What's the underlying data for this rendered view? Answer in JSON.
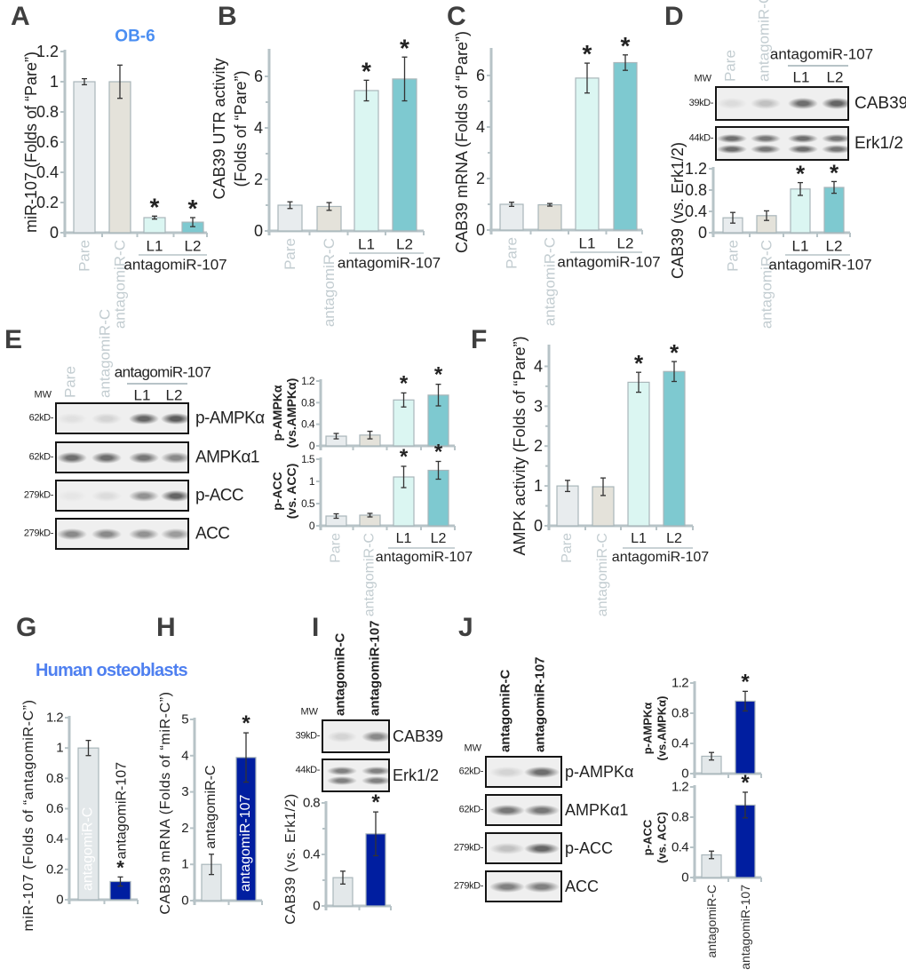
{
  "figure": {
    "panel_labels": [
      "A",
      "B",
      "C",
      "D",
      "E",
      "F",
      "G",
      "H",
      "I",
      "J"
    ]
  },
  "chart_data": [
    {
      "panel": "A",
      "type": "bar",
      "title": "OB-6",
      "title_color": "#4a8ef2",
      "ylabel": [
        "miR-107 (Folds of “Pare”)"
      ],
      "ylim": [
        0,
        1.2
      ],
      "yticks": [
        0,
        0.2,
        0.4,
        0.6,
        0.8,
        1,
        1.2
      ],
      "categories": [
        "Pare",
        "antagomiR-C",
        "L1",
        "L2"
      ],
      "group_label": "antagomiR-107",
      "values": [
        1.0,
        1.0,
        0.1,
        0.07
      ],
      "errors": [
        0.02,
        0.11,
        0.01,
        0.03
      ],
      "significant": [
        false,
        false,
        true,
        true
      ],
      "sig_marker": "*",
      "colors": [
        "#e8ecee",
        "#e4e2da",
        "#dbf6f2",
        "#7ec9d0"
      ]
    },
    {
      "panel": "B",
      "type": "bar",
      "ylabel": [
        "CAB39 UTR activity",
        "(Folds of “Pare”)"
      ],
      "ylim": [
        0,
        7
      ],
      "yticks": [
        0,
        2,
        4,
        6
      ],
      "categories": [
        "Pare",
        "antagomiR-C",
        "L1",
        "L2"
      ],
      "group_label": "antagomiR-107",
      "values": [
        1.0,
        0.95,
        5.45,
        5.9
      ],
      "errors": [
        0.13,
        0.15,
        0.4,
        0.85
      ],
      "significant": [
        false,
        false,
        true,
        true
      ],
      "sig_marker": "*",
      "colors": [
        "#e8ecee",
        "#e4e2da",
        "#dbf6f2",
        "#7ec9d0"
      ]
    },
    {
      "panel": "C",
      "type": "bar",
      "ylabel": [
        "CAB39 mRNA (Folds of “Pare”)"
      ],
      "ylim": [
        0,
        7
      ],
      "yticks": [
        0,
        2,
        4,
        6
      ],
      "categories": [
        "Pare",
        "antagomiR-C",
        "L1",
        "L2"
      ],
      "group_label": "antagomiR-107",
      "values": [
        1.0,
        0.98,
        5.9,
        6.5
      ],
      "errors": [
        0.08,
        0.05,
        0.58,
        0.3
      ],
      "significant": [
        false,
        false,
        true,
        true
      ],
      "sig_marker": "*",
      "colors": [
        "#e8ecee",
        "#e4e2da",
        "#dbf6f2",
        "#7ec9d0"
      ]
    },
    {
      "panel": "D",
      "type": "bar",
      "ylabel": [
        "CAB39 (vs. Erk1/2)"
      ],
      "ylim": [
        0,
        1.2
      ],
      "yticks": [
        0,
        0.4,
        0.8,
        1.2
      ],
      "categories": [
        "Pare",
        "antagomiR-C",
        "L1",
        "L2"
      ],
      "group_label": "antagomiR-107",
      "values": [
        0.28,
        0.32,
        0.82,
        0.85
      ],
      "errors": [
        0.1,
        0.09,
        0.12,
        0.11
      ],
      "significant": [
        false,
        false,
        true,
        true
      ],
      "sig_marker": "*",
      "colors": [
        "#e8ecee",
        "#e4e2da",
        "#dbf6f2",
        "#7ec9d0"
      ]
    },
    {
      "panel": "E",
      "type": "bar",
      "ylabel": [
        "p-AMPKα",
        "(vs.AMPKα)"
      ],
      "ylim": [
        0,
        1.2
      ],
      "yticks": [
        0,
        0.4,
        0.8,
        1.2
      ],
      "categories": [
        "Pare",
        "antagomiR-C",
        "L1",
        "L2"
      ],
      "values": [
        0.18,
        0.2,
        0.85,
        0.94
      ],
      "errors": [
        0.05,
        0.07,
        0.13,
        0.2
      ],
      "significant": [
        false,
        false,
        true,
        true
      ],
      "sig_marker": "*",
      "colors": [
        "#e8ecee",
        "#e4e2da",
        "#dbf6f2",
        "#7ec9d0"
      ]
    },
    {
      "panel": "E",
      "type": "bar",
      "ylabel": [
        "p-ACC",
        "(vs. ACC)"
      ],
      "ylim": [
        0,
        1.5
      ],
      "yticks": [
        0,
        0.5,
        1,
        1.5
      ],
      "categories": [
        "Pare",
        "antagomiR-C",
        "L1",
        "L2"
      ],
      "group_label": "antagomiR-107",
      "values": [
        0.22,
        0.24,
        1.1,
        1.25
      ],
      "errors": [
        0.05,
        0.04,
        0.24,
        0.2
      ],
      "significant": [
        false,
        false,
        true,
        true
      ],
      "sig_marker": "*",
      "colors": [
        "#e8ecee",
        "#e4e2da",
        "#dbf6f2",
        "#7ec9d0"
      ]
    },
    {
      "panel": "F",
      "type": "bar",
      "ylabel": [
        "AMPK activity (Folds of “Pare”)"
      ],
      "ylim": [
        0,
        4.5
      ],
      "yticks": [
        0,
        1,
        2,
        3,
        4
      ],
      "categories": [
        "Pare",
        "antagomiR-C",
        "L1",
        "L2"
      ],
      "group_label": "antagomiR-107",
      "values": [
        1.0,
        0.98,
        3.6,
        3.87
      ],
      "errors": [
        0.14,
        0.22,
        0.25,
        0.25
      ],
      "significant": [
        false,
        false,
        true,
        true
      ],
      "sig_marker": "*",
      "colors": [
        "#e8ecee",
        "#e4e2da",
        "#dbf6f2",
        "#7ec9d0"
      ]
    },
    {
      "panel": "G",
      "type": "bar",
      "title": "Human osteoblasts",
      "title_color": "#4f80f0",
      "ylabel": [
        "miR-107 (Folds of “antagomiR-C”)"
      ],
      "ylim": [
        0,
        1.2
      ],
      "yticks": [
        0,
        0.2,
        0.4,
        0.6,
        0.8,
        1,
        1.2
      ],
      "categories": [
        "antagomiR-C",
        "antagomiR-107"
      ],
      "values": [
        1.0,
        0.12
      ],
      "errors": [
        0.05,
        0.03
      ],
      "significant": [
        false,
        true
      ],
      "sig_marker": "*",
      "colors": [
        "#e3e8ea",
        "#001ea0"
      ]
    },
    {
      "panel": "H",
      "type": "bar",
      "ylabel": [
        "CAB39 mRNA (Folds of “miR-C”)"
      ],
      "ylim": [
        0,
        5
      ],
      "yticks": [
        0,
        1,
        2,
        3,
        4,
        5
      ],
      "categories": [
        "antagomiR-C",
        "antagomiR-107"
      ],
      "values": [
        1.0,
        3.95
      ],
      "errors": [
        0.28,
        0.68
      ],
      "significant": [
        false,
        true
      ],
      "sig_marker": "*",
      "colors": [
        "#e3e8ea",
        "#001ea0"
      ]
    },
    {
      "panel": "I",
      "type": "bar",
      "ylabel": [
        "CAB39 (vs. Erk1/2)"
      ],
      "ylim": [
        0,
        0.8
      ],
      "yticks": [
        0,
        0.4,
        0.8
      ],
      "categories": [
        "antagomiR-C",
        "antagomiR-107"
      ],
      "values": [
        0.22,
        0.56
      ],
      "errors": [
        0.05,
        0.17
      ],
      "significant": [
        false,
        true
      ],
      "sig_marker": "*",
      "colors": [
        "#e3e8ea",
        "#001ea0"
      ]
    },
    {
      "panel": "J",
      "type": "bar",
      "ylabel": [
        "p-AMPKα",
        "(vs.AMPKα)"
      ],
      "ylim": [
        0,
        1.2
      ],
      "yticks": [
        0,
        0.4,
        0.8,
        1.2
      ],
      "categories": [
        "antagomiR-C",
        "antagomiR-107"
      ],
      "values": [
        0.23,
        0.96
      ],
      "errors": [
        0.05,
        0.13
      ],
      "significant": [
        false,
        true
      ],
      "sig_marker": "*",
      "colors": [
        "#e3e8ea",
        "#001ea0"
      ]
    },
    {
      "panel": "J",
      "type": "bar",
      "ylabel": [
        "p-ACC",
        "(vs. ACC)"
      ],
      "ylim": [
        0,
        1.2
      ],
      "yticks": [
        0,
        0.4,
        0.8,
        1.2
      ],
      "categories": [
        "antagomiR-C",
        "antagomiR-107"
      ],
      "values": [
        0.3,
        0.96
      ],
      "errors": [
        0.05,
        0.17
      ],
      "significant": [
        false,
        true
      ],
      "sig_marker": "*",
      "colors": [
        "#e3e8ea",
        "#001ea0"
      ]
    }
  ],
  "blots": [
    {
      "panel": "D",
      "mw_label": "MW",
      "lanes": [
        "Pare",
        "antagomiR-C",
        "L1",
        "L2"
      ],
      "group_label": "antagomiR-107",
      "rows": [
        {
          "label": "CAB39",
          "mw": "39kD",
          "bands": 1,
          "intensity": [
            0.1,
            0.25,
            0.7,
            0.75
          ]
        },
        {
          "label": "Erk1/2",
          "mw": "44kD",
          "bands": 2,
          "intensity": [
            0.7,
            0.65,
            0.7,
            0.65
          ]
        }
      ]
    },
    {
      "panel": "E",
      "mw_label": "MW",
      "lanes": [
        "Pare",
        "antagomiR-C",
        "L1",
        "L2"
      ],
      "group_label": "antagomiR-107",
      "rows": [
        {
          "label": "p-AMPKα",
          "mw": "62kD",
          "bands": 1,
          "intensity": [
            0.08,
            0.15,
            0.75,
            0.8
          ]
        },
        {
          "label": "AMPKα1",
          "mw": "62kD",
          "bands": 1,
          "intensity": [
            0.7,
            0.7,
            0.65,
            0.55
          ]
        },
        {
          "label": "p-ACC",
          "mw": "279kD",
          "bands": 1,
          "intensity": [
            0.05,
            0.1,
            0.5,
            0.75
          ]
        },
        {
          "label": "ACC",
          "mw": "279kD",
          "bands": 1,
          "intensity": [
            0.55,
            0.55,
            0.5,
            0.45
          ]
        }
      ]
    },
    {
      "panel": "I",
      "mw_label": "MW",
      "lanes": [
        "antagomiR-C",
        "antagomiR-107"
      ],
      "rows": [
        {
          "label": "CAB39",
          "mw": "39kD",
          "bands": 1,
          "intensity": [
            0.15,
            0.55
          ]
        },
        {
          "label": "Erk1/2",
          "mw": "44kD",
          "bands": 2,
          "intensity": [
            0.6,
            0.6
          ]
        }
      ]
    },
    {
      "panel": "J",
      "mw_label": "MW",
      "lanes": [
        "antagomiR-C",
        "antagomiR-107"
      ],
      "rows": [
        {
          "label": "p-AMPKα",
          "mw": "62kD",
          "bands": 1,
          "intensity": [
            0.15,
            0.7
          ]
        },
        {
          "label": "AMPKα1",
          "mw": "62kD",
          "bands": 1,
          "intensity": [
            0.65,
            0.65
          ]
        },
        {
          "label": "p-ACC",
          "mw": "279kD",
          "bands": 1,
          "intensity": [
            0.25,
            0.75
          ]
        },
        {
          "label": "ACC",
          "mw": "279kD",
          "bands": 1,
          "intensity": [
            0.6,
            0.6
          ]
        }
      ]
    }
  ]
}
